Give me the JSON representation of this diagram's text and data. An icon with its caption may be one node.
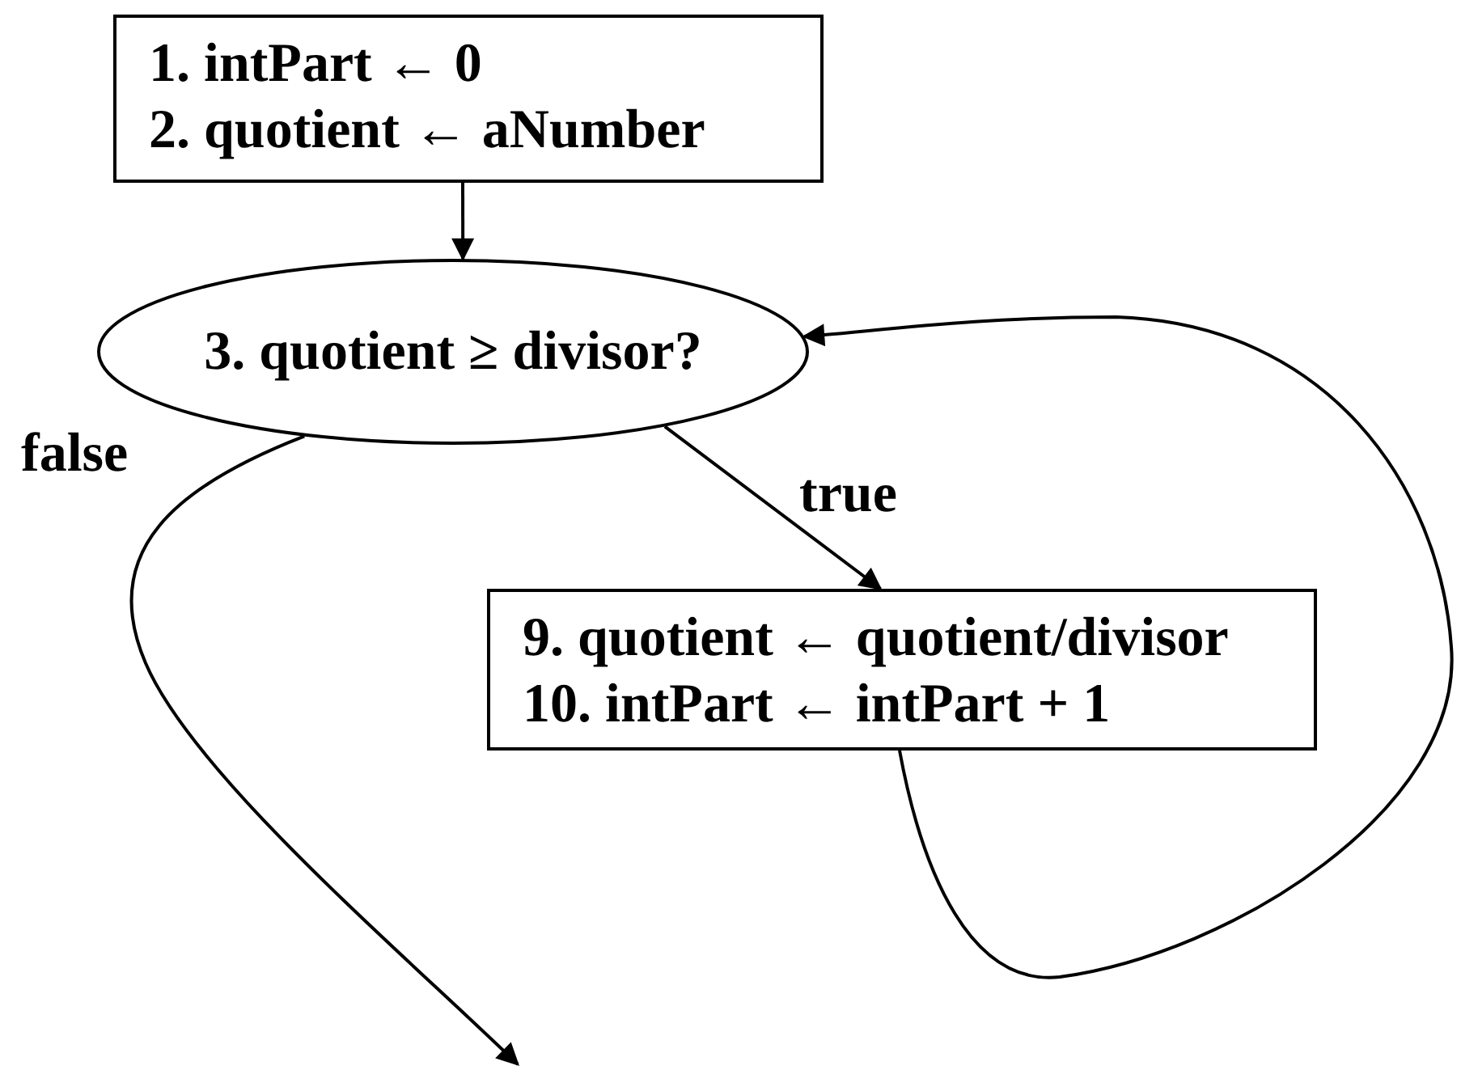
{
  "diagram": {
    "nodes": [
      {
        "text": [
          "1. intPart ← 0",
          "2. quotient ← aNumber"
        ]
      },
      {
        "text": [
          "3. quotient ≥ divisor?"
        ]
      },
      {
        "text": [
          "9. quotient ← quotient/divisor",
          "10. intPart ← intPart + 1"
        ]
      }
    ],
    "edges": [
      {
        "from": 0,
        "to": 1,
        "arrow": "to"
      },
      {
        "from": 1,
        "to": 2,
        "arrow": "to",
        "label": "true"
      },
      {
        "from": 1,
        "to": null,
        "arrow": "to",
        "label": "false"
      },
      {
        "from": 2,
        "to": 1,
        "arrow": "to"
      }
    ]
  }
}
